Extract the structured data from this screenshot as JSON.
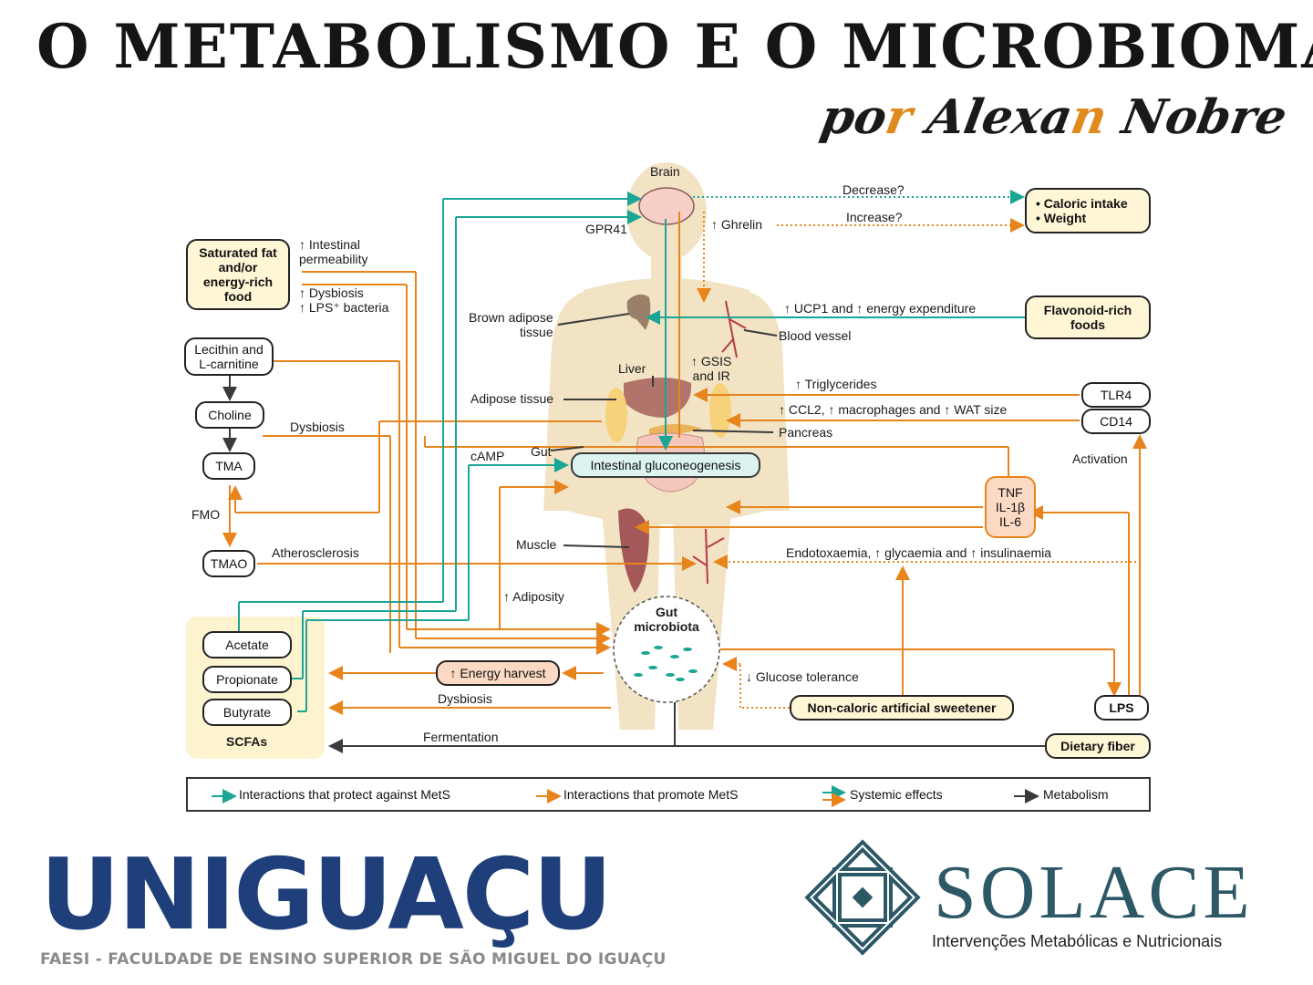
{
  "header": {
    "title": "O METABOLISMO E O MICROBIOMA",
    "author_a": "po",
    "author_b": "r",
    "author_c": " Alexa",
    "author_d": "n",
    "author_e": " Nobre"
  },
  "colors": {
    "protect": "#1aa595",
    "promote": "#e8841c",
    "metabolism": "#3a3a3a"
  },
  "figure": {
    "labels": {
      "brain": "Brain",
      "gpr41": "GPR41",
      "decrease": "Decrease?",
      "increase": "Increase?",
      "ghrelin": "↑ Ghrelin",
      "intestinal_perm": "↑ Intestinal\npermeability",
      "dysbiosis_lps": "↑ Dysbiosis\n↑ LPS⁺ bacteria",
      "brown_adipose": "Brown adipose\ntissue",
      "ucp1": "↑ UCP1 and ↑ energy expenditure",
      "blood_vessel": "Blood vessel",
      "liver": "Liver",
      "gsis": "↑ GSIS\nand IR",
      "triglycerides": "↑ Triglycerides",
      "adipose_tissue": "Adipose tissue",
      "ccl2": "↑ CCL2, ↑ macrophages and ↑ WAT size",
      "pancreas": "Pancreas",
      "dysbiosis_top": "Dysbiosis",
      "camp": "cAMP",
      "gut": "Gut",
      "activation": "Activation",
      "fmo": "FMO",
      "muscle": "Muscle",
      "atherosclerosis": "Atherosclerosis",
      "endotoxaemia": "Endotoxaemia, ↑ glycaemia and ↑ insulinaemia",
      "adiposity": "↑ Adiposity",
      "gut_microbiota": "Gut\nmicrobiota",
      "glucose_tolerance": "↓ Glucose tolerance",
      "dysbiosis_bottom": "Dysbiosis",
      "fermentation": "Fermentation",
      "scfas": "SCFAs"
    },
    "nodes": {
      "saturated_fat": "Saturated fat\nand/or\nenergy-rich\nfood",
      "lecithin": "Lecithin and\nL-carnitine",
      "choline": "Choline",
      "tma": "TMA",
      "tmao": "TMAO",
      "acetate": "Acetate",
      "propionate": "Propionate",
      "butyrate": "Butyrate",
      "caloric": "• Caloric intake\n• Weight",
      "flavonoid": "Flavonoid-rich\nfoods",
      "tlr4": "TLR4",
      "cd14": "CD14",
      "tnf": "TNF\nIL-1β\nIL-6",
      "intestinal_gluco": "Intestinal gluconeogenesis",
      "energy_harvest": "↑ Energy harvest",
      "sweetener": "Non-caloric artificial sweetener",
      "lps": "LPS",
      "dietary_fiber": "Dietary fiber"
    },
    "legend": {
      "protect": "Interactions that protect against MetS",
      "promote": "Interactions that promote MetS",
      "systemic": "Systemic effects",
      "metabolism": "Metabolism"
    }
  },
  "logos": {
    "uniguacu_name": "UNIGUAÇU",
    "uniguacu_sub": "FAESI - FACULDADE DE ENSINO SUPERIOR DE SÃO MIGUEL DO IGUAÇU",
    "solace_name": "SOLACE",
    "solace_sub": "Intervenções Metabólicas e Nutricionais"
  }
}
